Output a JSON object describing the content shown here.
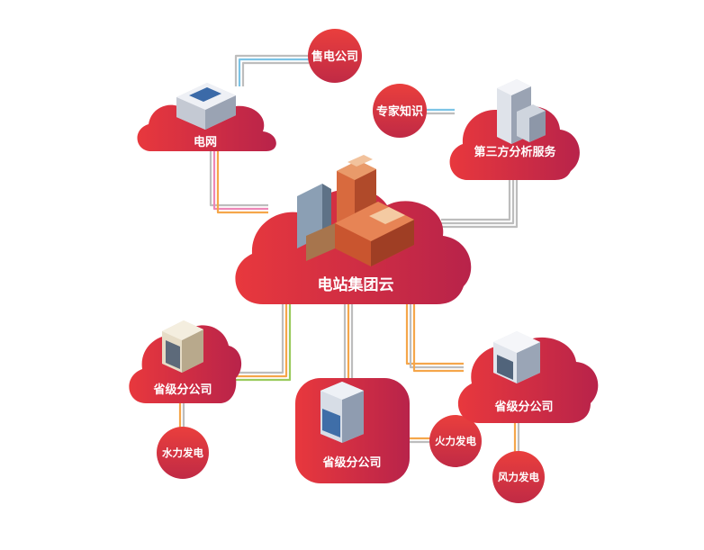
{
  "nodes": {
    "center": "电站集团云",
    "grid": "电网",
    "sales": "售电公司",
    "expert": "专家知识",
    "third_party": "第三方分析服务",
    "branch_left": "省级分公司",
    "branch_mid": "省级分公司",
    "branch_right": "省级分公司",
    "hydro": "水力发电",
    "thermal": "火力发电",
    "wind": "风力发电"
  },
  "colors": {
    "cloud_light": "#e8383d",
    "cloud_dark": "#b8234a",
    "line_orange": "#f5a64a",
    "line_pink": "#ee86b6",
    "line_green": "#9acb5d",
    "line_blue": "#7cc4e6",
    "line_gray": "#bdbdbd"
  }
}
